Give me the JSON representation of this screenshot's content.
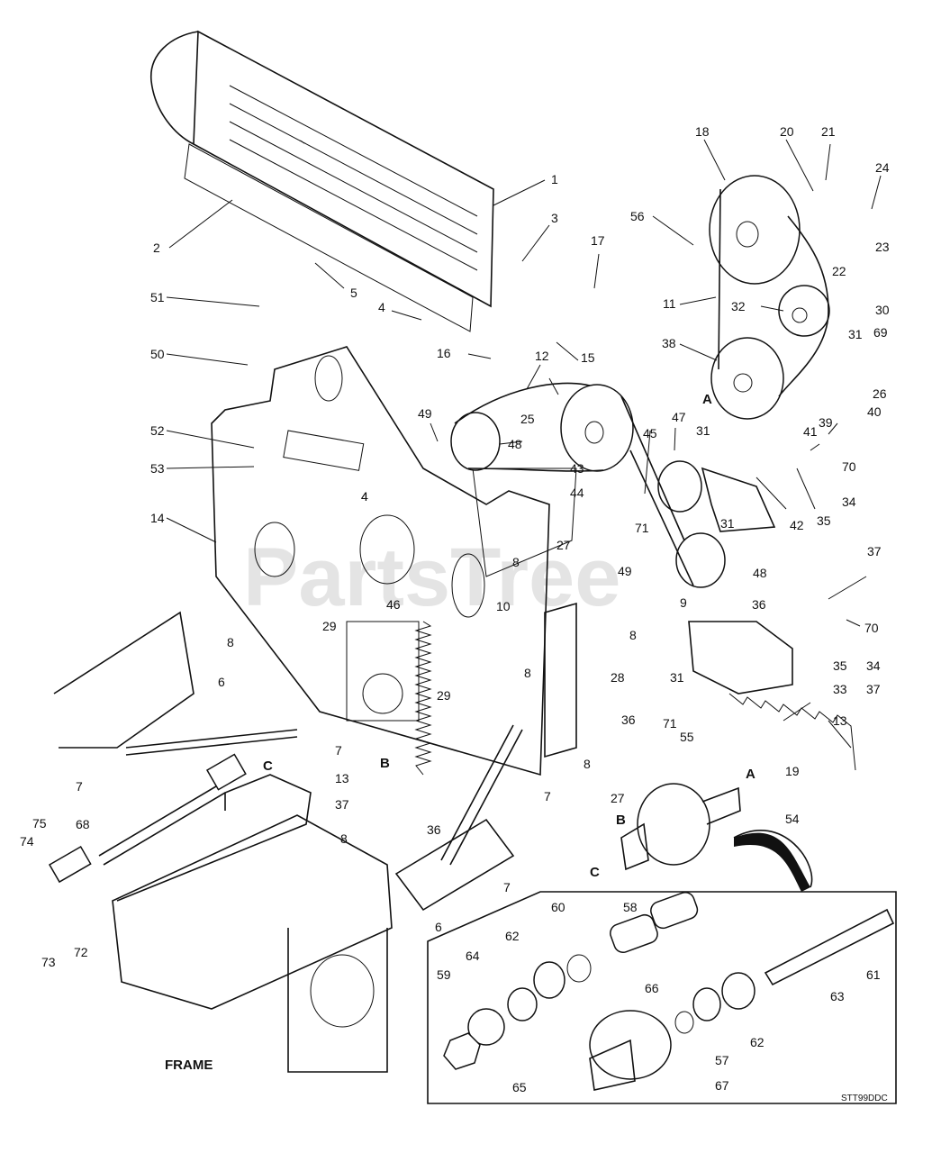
{
  "watermark": "PartsTree",
  "drawing_code": "STT99DDC",
  "frame_label": "FRAME",
  "section_letters": [
    "A",
    "B",
    "C"
  ],
  "callouts": [
    "1",
    "2",
    "3",
    "4",
    "5",
    "4",
    "51",
    "50",
    "52",
    "53",
    "14",
    "4",
    "16",
    "15",
    "17",
    "12",
    "49",
    "25",
    "48",
    "18",
    "20",
    "21",
    "24",
    "23",
    "56",
    "22",
    "11",
    "32",
    "30",
    "31",
    "69",
    "38",
    "26",
    "39",
    "40",
    "47",
    "31",
    "41",
    "70",
    "45",
    "43",
    "44",
    "42",
    "35",
    "34",
    "31",
    "71",
    "27",
    "8",
    "49",
    "48",
    "37",
    "10",
    "9",
    "36",
    "46",
    "29",
    "8",
    "8",
    "28",
    "8",
    "31",
    "70",
    "35",
    "34",
    "33",
    "29",
    "36",
    "37",
    "13",
    "55",
    "71",
    "19",
    "6",
    "7",
    "13",
    "7",
    "8",
    "27",
    "54",
    "37",
    "36",
    "8",
    "68",
    "75",
    "74",
    "7",
    "6",
    "72",
    "73",
    "60",
    "58",
    "62",
    "64",
    "59",
    "61",
    "63",
    "66",
    "62",
    "57",
    "65",
    "67",
    "7"
  ]
}
